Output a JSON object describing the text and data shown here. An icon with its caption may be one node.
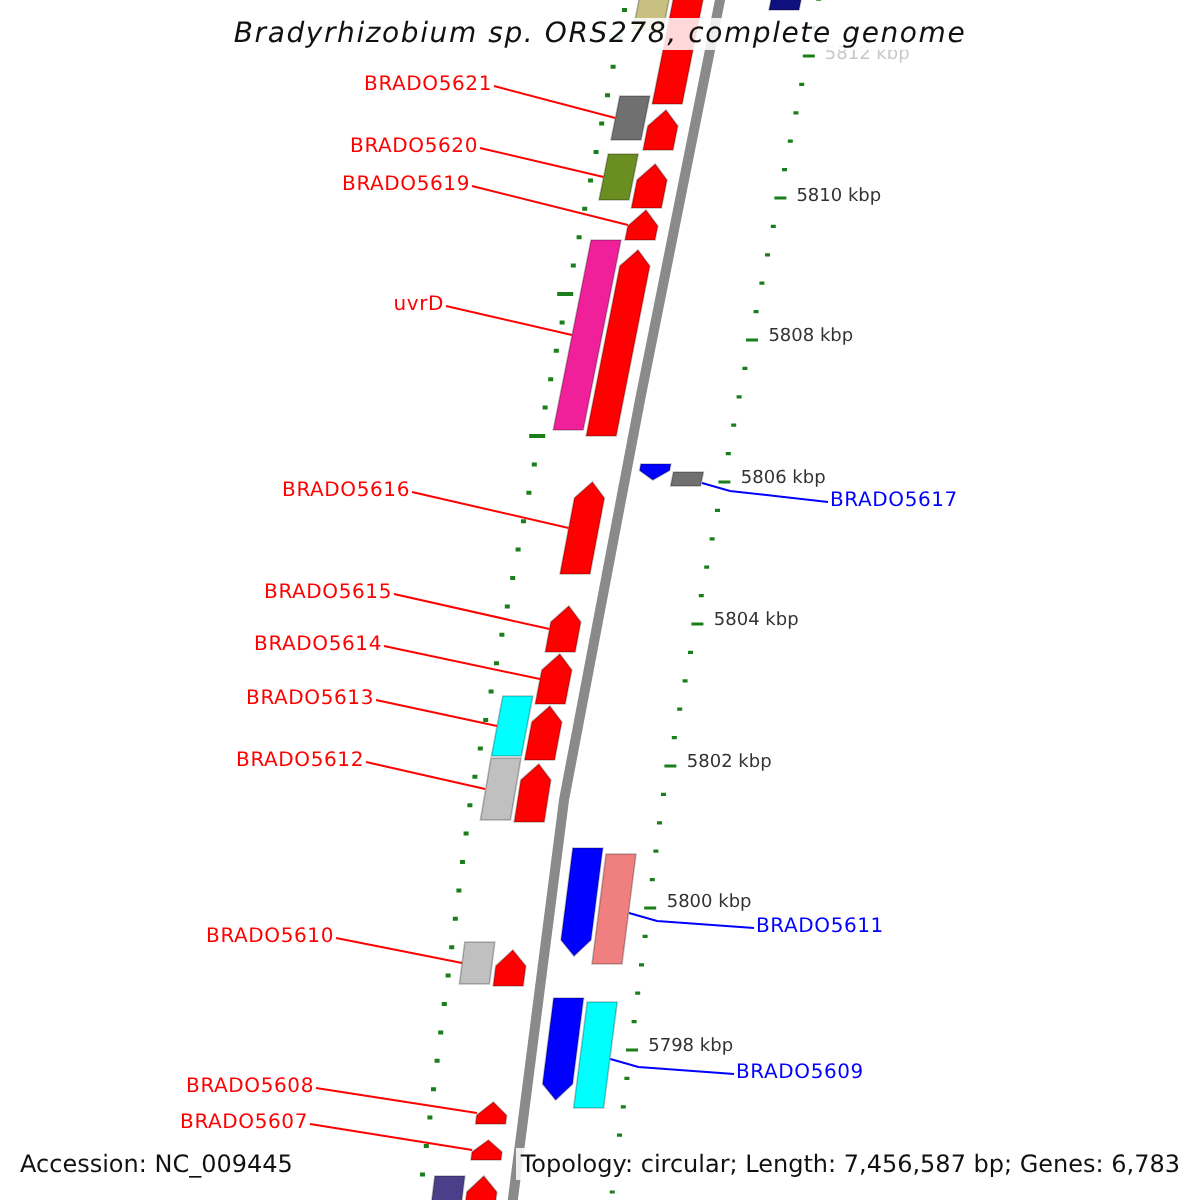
{
  "diagram": {
    "title": "Bradyrhizobium sp. ORS278, complete genome",
    "nodes": [
      {
        "text": [
          "BRADO5621"
        ]
      },
      {
        "text": [
          "BRADO5620"
        ]
      },
      {
        "text": [
          "BRADO5619"
        ]
      },
      {
        "text": [
          "uvrD"
        ]
      },
      {
        "text": [
          "BRADO5616"
        ]
      },
      {
        "text": [
          "BRADO5617"
        ]
      },
      {
        "text": [
          "BRADO5615"
        ]
      },
      {
        "text": [
          "BRADO5614"
        ]
      },
      {
        "text": [
          "BRADO5613"
        ]
      },
      {
        "text": [
          "BRADO5612"
        ]
      },
      {
        "text": [
          "BRADO5611"
        ]
      },
      {
        "text": [
          "BRADO5610"
        ]
      },
      {
        "text": [
          "BRADO5609"
        ]
      },
      {
        "text": [
          "BRADO5608"
        ]
      },
      {
        "text": [
          "BRADO5607"
        ]
      },
      {
        "text": [],
        "shape": "bar"
      },
      {
        "text": [],
        "shape": "bar"
      },
      {
        "text": [],
        "shape": "bar"
      },
      {
        "text": [],
        "shape": "bar"
      },
      {
        "text": [],
        "shape": "bar"
      },
      {
        "text": [],
        "shape": "bar"
      },
      {
        "text": [],
        "shape": "bar"
      },
      {
        "text": [],
        "shape": "bar"
      },
      {
        "text": [],
        "shape": "bar"
      },
      {
        "text": [],
        "shape": "bar"
      },
      {
        "text": [],
        "shape": "bar"
      },
      {
        "text": [],
        "shape": "bar"
      },
      {
        "text": [],
        "shape": "bar"
      },
      {
        "text": [],
        "shape": "bar"
      },
      {
        "text": [],
        "shape": "bar"
      },
      {
        "text": [],
        "shape": "bar"
      },
      {
        "text": [],
        "shape": "bar"
      },
      {
        "text": [],
        "shape": "bar"
      },
      {
        "text": [],
        "shape": "bar"
      },
      {
        "text": [],
        "shape": "bar"
      },
      {
        "text": [],
        "shape": "bar"
      },
      {
        "text": [],
        "shape": "bar"
      },
      {
        "text": [],
        "shape": "bar"
      },
      {
        "text": [],
        "shape": "bar"
      },
      {
        "text": [],
        "shape": "bar"
      },
      {
        "text": [],
        "shape": "bar"
      },
      {
        "text": [],
        "shape": "bar"
      },
      {
        "text": [],
        "shape": "bar"
      },
      {
        "text": [],
        "shape": "bar"
      }
    ],
    "edges": [
      {
        "from": 0,
        "to": 18,
        "arrow": "none"
      },
      {
        "from": 1,
        "to": 20,
        "arrow": "none"
      },
      {
        "from": 2,
        "to": 22,
        "arrow": "none"
      },
      {
        "from": 3,
        "to": 23,
        "arrow": "none"
      },
      {
        "from": 4,
        "to": 27,
        "arrow": "none"
      },
      {
        "from": 5,
        "to": 26,
        "arrow": "none",
        "color": "#0000ff"
      },
      {
        "from": 6,
        "to": 28,
        "arrow": "none"
      },
      {
        "from": 7,
        "to": 29,
        "arrow": "none"
      },
      {
        "from": 8,
        "to": 30,
        "arrow": "none"
      },
      {
        "from": 9,
        "to": 32,
        "arrow": "none"
      },
      {
        "from": 10,
        "to": 35,
        "arrow": "none",
        "color": "#0000ff"
      },
      {
        "from": 11,
        "to": 36,
        "arrow": "none"
      },
      {
        "from": 12,
        "to": 39,
        "arrow": "none",
        "color": "#0000ff"
      },
      {
        "from": 13,
        "to": 40,
        "arrow": "none"
      },
      {
        "from": 14,
        "to": 41,
        "arrow": "none"
      }
    ],
    "labels": [
      "5812 kbp",
      "5810 kbp",
      "5808 kbp",
      "5806 kbp",
      "5804 kbp",
      "5802 kbp",
      "5800 kbp",
      "5798 kbp",
      "Accession: NC_009445",
      "Topology: circular; Length: 7,456,587 bp; Genes: 6,783"
    ]
  }
}
